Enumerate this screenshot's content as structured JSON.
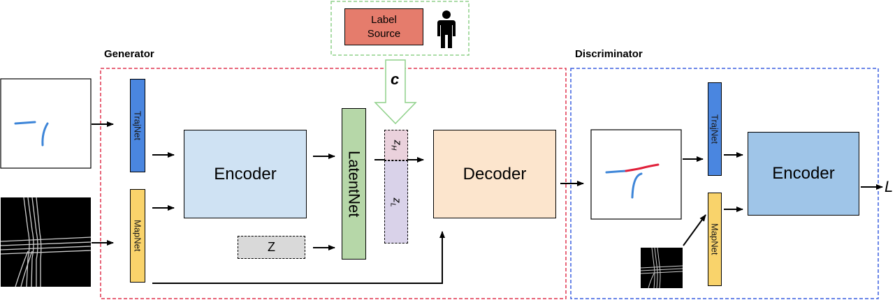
{
  "generator": {
    "title": "Generator"
  },
  "discriminator": {
    "title": "Discriminator"
  },
  "label_source": {
    "text": "Label\nSource"
  },
  "condition": {
    "symbol": "c"
  },
  "generator_blocks": {
    "trajnet": "TrajNet",
    "mapnet": "MapNet",
    "encoder": "Encoder",
    "latentnet": "LatentNet",
    "noise": "Z",
    "z_h": "z",
    "z_h_sub": "H",
    "z_l": "z",
    "z_l_sub": "L",
    "decoder": "Decoder"
  },
  "discriminator_blocks": {
    "trajnet": "TrajNet",
    "mapnet": "MapNet",
    "encoder": "Encoder",
    "output": "L"
  },
  "icons": {
    "person": "person-icon",
    "input_trajectory": "trajectory-image-icon",
    "input_map": "road-map-image-icon",
    "generated_trajectory": "generated-trajectory-image-icon",
    "small_map": "small-road-map-image-icon"
  },
  "colors": {
    "generator_border": "#e0344f",
    "discriminator_border": "#3a5fe0",
    "label_source_border": "#8fd18a",
    "label_source_fill": "#e57c6c",
    "trajnet_fill": "#4a86e0",
    "mapnet_fill": "#f9d36b",
    "encoder_fill": "#cfe2f3",
    "disc_encoder_fill": "#9fc5e8",
    "latentnet_fill": "#b6d7a8",
    "noise_fill": "#d9d9d9",
    "zh_fill": "#ead1dc",
    "zl_fill": "#d9d2e9",
    "decoder_fill": "#fce5cd",
    "trajectory_blue": "#3d85d8",
    "trajectory_red": "#e0203a"
  }
}
